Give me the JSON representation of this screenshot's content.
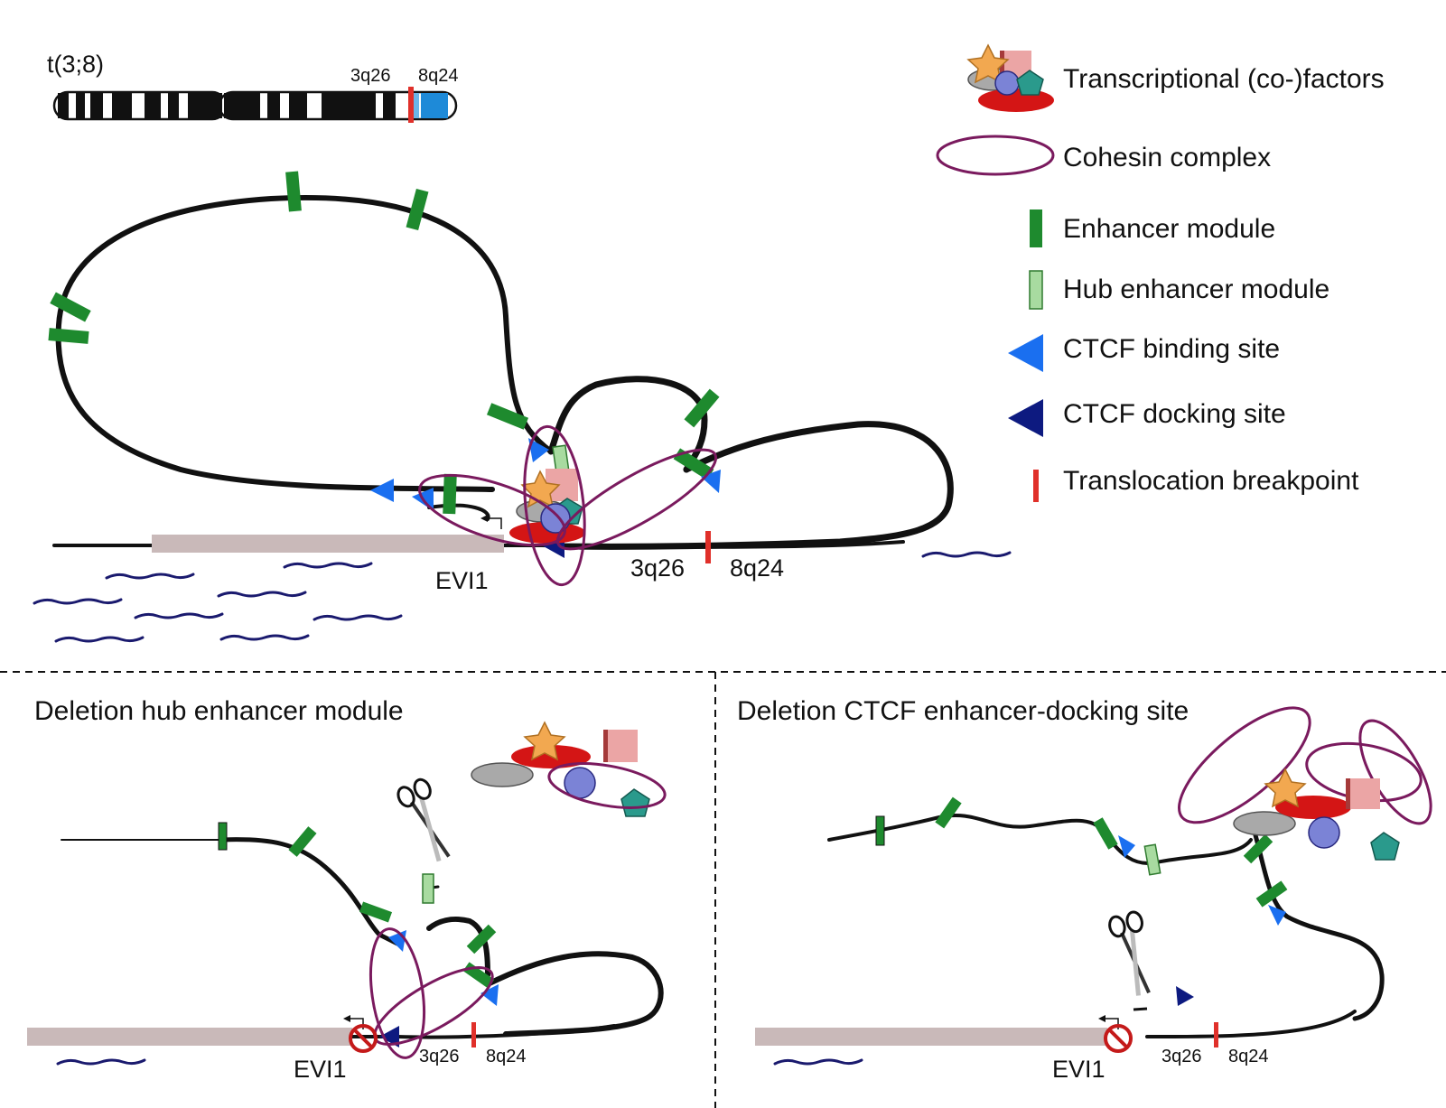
{
  "colors": {
    "chromatin": "#111111",
    "enhancer": "#1e8a2e",
    "hub_enhancer": "#a8dba0",
    "ctcf_binding": "#1a6ff0",
    "ctcf_docking": "#0d1a80",
    "breakpoint": "#e0302a",
    "cohesin": "#7a1a5e",
    "gene_body": "#c9b9b9",
    "rna": "#1a1a6e",
    "factor_star": "#f2a850",
    "factor_square": "#eba5a5",
    "factor_pentagon": "#2a9a8c",
    "factor_oval_grey": "#a9a9a9",
    "factor_oval_red": "#d41515",
    "factor_circle": "#7b83d6",
    "prohibited": "#c41a1a",
    "chrom_blue": "#1e8ad8"
  },
  "chromosome": {
    "label": "t(3;8)",
    "label_3q26": "3q26",
    "label_8q24": "8q24"
  },
  "legend": {
    "items": [
      {
        "label": "Transcriptional (co-)factors",
        "icon": "factor-cluster-icon"
      },
      {
        "label": "Cohesin complex",
        "icon": "cohesin-ring-icon"
      },
      {
        "label": "Enhancer module",
        "icon": "enhancer-bar-icon"
      },
      {
        "label": "Hub enhancer module",
        "icon": "hub-enhancer-bar-icon"
      },
      {
        "label": "CTCF binding site",
        "icon": "ctcf-binding-triangle-icon"
      },
      {
        "label": "CTCF docking site",
        "icon": "ctcf-docking-triangle-icon"
      },
      {
        "label": "Translocation breakpoint",
        "icon": "breakpoint-line-icon"
      }
    ]
  },
  "top_panel": {
    "gene_label": "EVI1",
    "label_3q26": "3q26",
    "label_8q24": "8q24"
  },
  "bottom_left": {
    "title": "Deletion hub enhancer module",
    "gene_label": "EVI1",
    "label_3q26": "3q26",
    "label_8q24": "8q24"
  },
  "bottom_right": {
    "title": "Deletion CTCF enhancer-docking site",
    "gene_label": "EVI1",
    "label_3q26": "3q26",
    "label_8q24": "8q24"
  }
}
